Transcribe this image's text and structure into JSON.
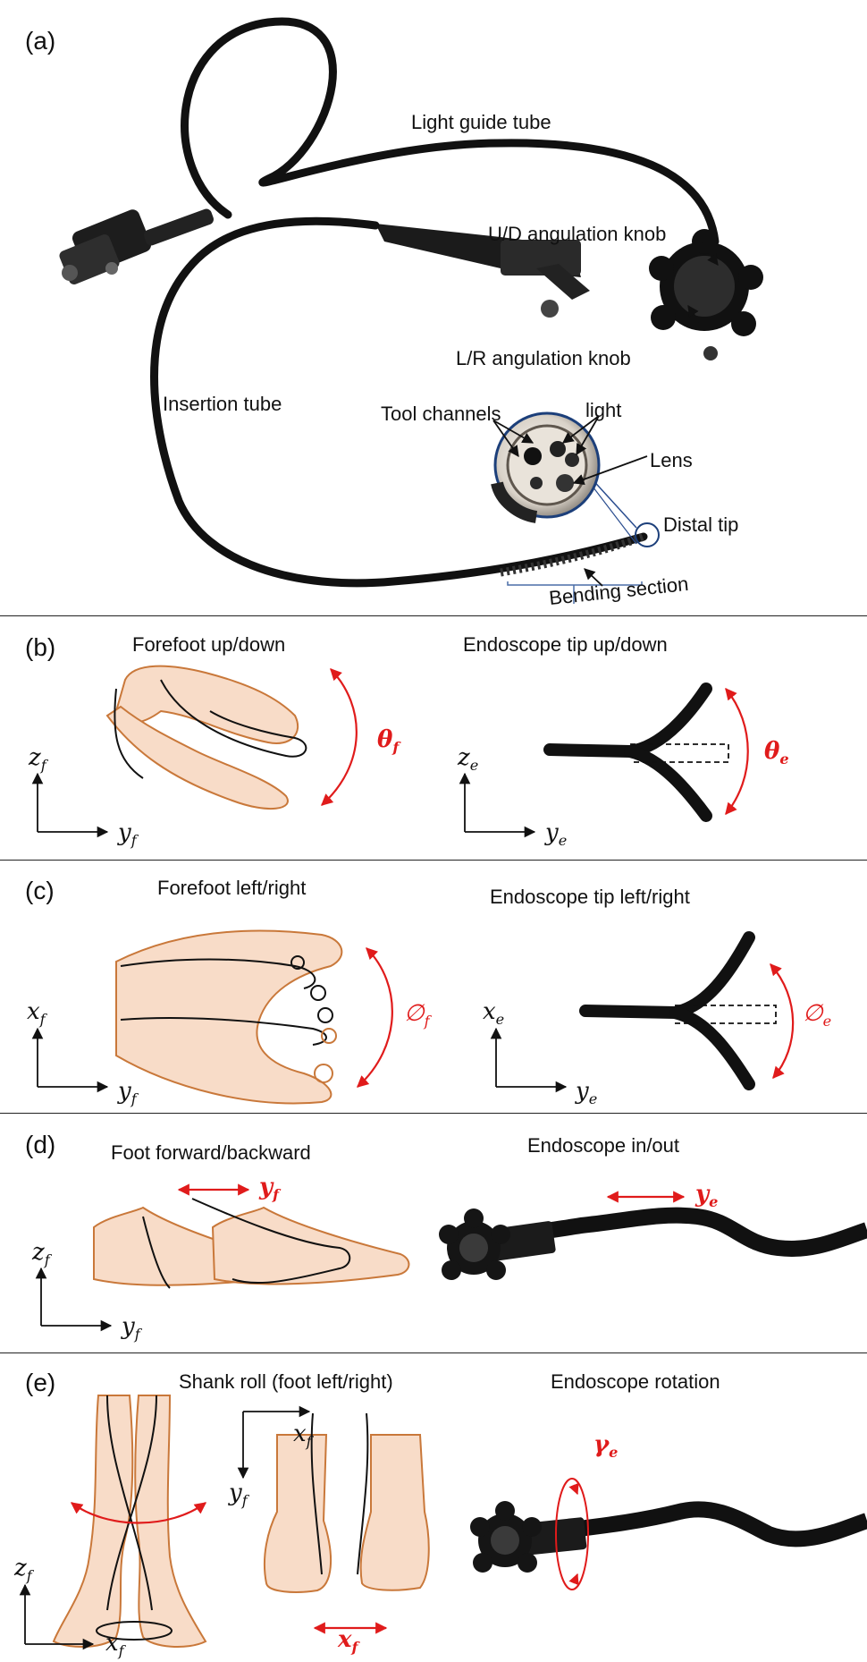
{
  "panels": {
    "a": {
      "label": "(a)",
      "annotations": {
        "light_guide_tube": "Light guide tube",
        "ud_knob": "U/D angulation knob",
        "lr_knob": "L/R angulation knob",
        "insertion_tube": "Insertion tube",
        "tool_channels": "Tool channels",
        "light": "light",
        "lens": "Lens",
        "distal_tip": "Distal tip",
        "bending_section": "Bending section"
      }
    },
    "b": {
      "label": "(b)",
      "left_title": "Forefoot up/down",
      "right_title": "Endoscope tip up/down",
      "foot_angle": "θ",
      "foot_angle_sub": "f",
      "endo_angle": "θ",
      "endo_angle_sub": "e",
      "foot_axes": {
        "v": "z",
        "v_sub": "f",
        "h": "y",
        "h_sub": "f"
      },
      "endo_axes": {
        "v": "z",
        "v_sub": "e",
        "h": "y",
        "h_sub": "e"
      }
    },
    "c": {
      "label": "(c)",
      "left_title": "Forefoot left/right",
      "right_title": "Endoscope tip left/right",
      "foot_angle": "∅",
      "foot_angle_sub": "f",
      "endo_angle": "∅",
      "endo_angle_sub": "e",
      "foot_axes": {
        "v": "x",
        "v_sub": "f",
        "h": "y",
        "h_sub": "f"
      },
      "endo_axes": {
        "v": "x",
        "v_sub": "e",
        "h": "y",
        "h_sub": "e"
      }
    },
    "d": {
      "label": "(d)",
      "left_title": "Foot forward/backward",
      "right_title": "Endoscope in/out",
      "foot_motion": "y",
      "foot_motion_sub": "f",
      "endo_motion": "y",
      "endo_motion_sub": "e",
      "foot_axes": {
        "v": "z",
        "v_sub": "f",
        "h": "y",
        "h_sub": "f"
      }
    },
    "e": {
      "label": "(e)",
      "left_title": "Shank roll (foot left/right)",
      "right_title": "Endoscope rotation",
      "foot_motion": "x",
      "foot_motion_sub": "f",
      "endo_motion": "γ",
      "endo_motion_sub": "e",
      "front_axes": {
        "v": "z",
        "v_sub": "f",
        "h": "x",
        "h_sub": "f"
      },
      "top_axes": {
        "v": "y",
        "v_sub": "f",
        "h": "x",
        "h_sub": "f"
      }
    }
  },
  "colors": {
    "accent": "#e01b1b",
    "skin": "#f8dcc8",
    "skin_outline": "#c9783a",
    "ink": "#111111"
  }
}
